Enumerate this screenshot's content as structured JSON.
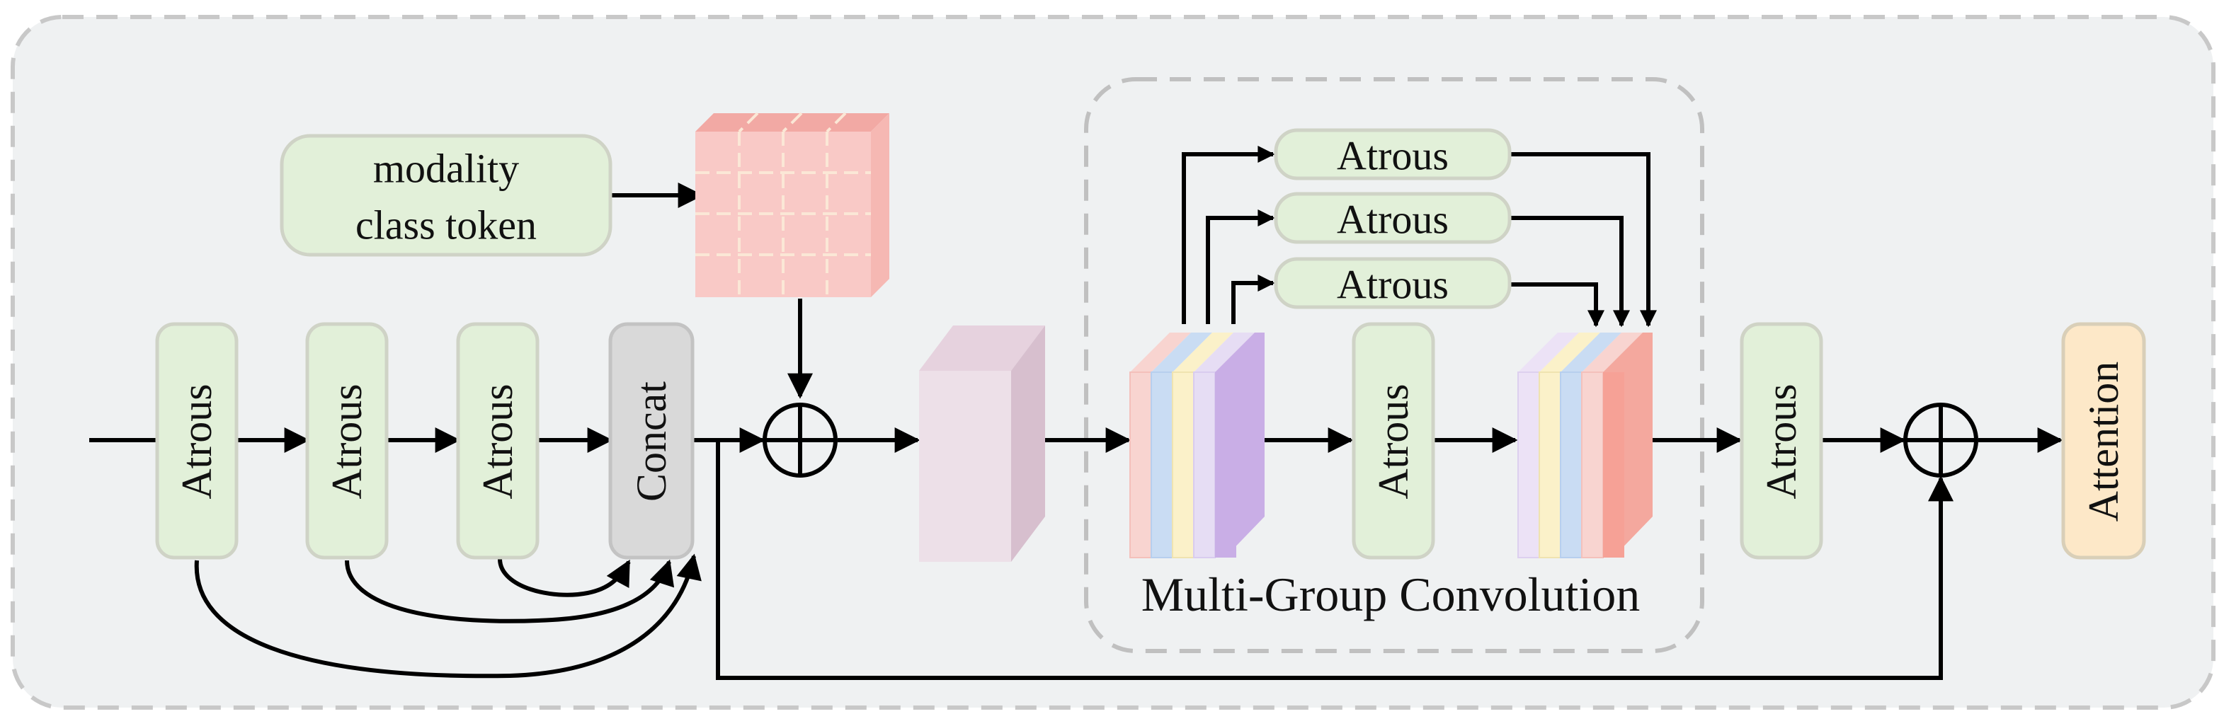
{
  "diagram": {
    "blocks": {
      "atrous_1": "Atrous",
      "atrous_2": "Atrous",
      "atrous_3": "Atrous",
      "concat": "Concat",
      "atrous_mid": "Atrous",
      "atrous_right": "Atrous",
      "attention": "Attention",
      "branch_1": "Atrous",
      "branch_2": "Atrous",
      "branch_3": "Atrous"
    },
    "modality_token": {
      "line1": "modality",
      "line2": "class token"
    },
    "group_caption": "Multi-Group Convolution",
    "colors": {
      "atrous_fill": "#e2f0d9",
      "concat_fill": "#d9d9d9",
      "attention_fill": "#fde8c8",
      "token_grid": "#f9c9c6",
      "token_top": "#f2a9a4",
      "panel_bg": "#eff1f2",
      "panel_border": "#c8c8c8",
      "feature_front": "#ede0e8",
      "feature_side": "#d7bfce"
    }
  }
}
